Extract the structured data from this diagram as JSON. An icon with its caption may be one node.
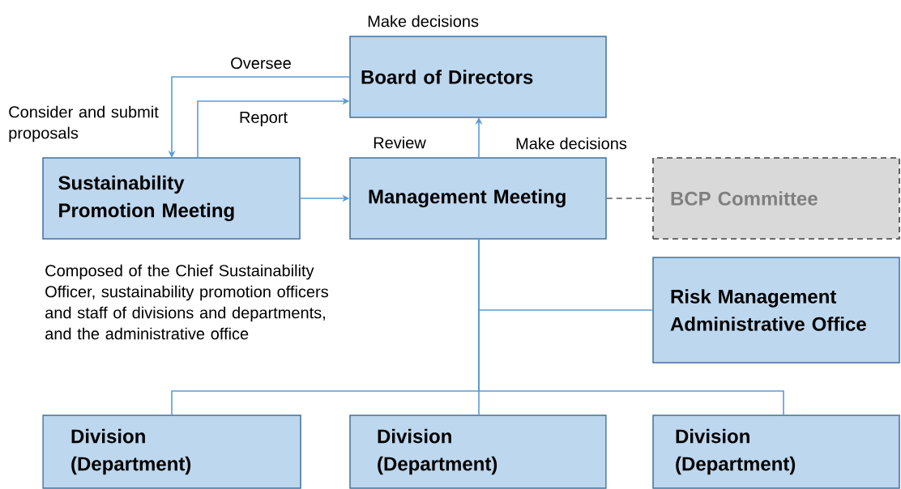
{
  "diagram": {
    "nodes": [
      {
        "text": [
          "Board of Directors"
        ],
        "beside": [
          "Make decisions"
        ]
      },
      {
        "text": [
          "Sustainability Promotion Meeting"
        ],
        "beside": [
          "Consider and submit proposals",
          "Composed of the Chief Sustainability Officer, sustainability promotion officers and staff of divisions and departments, and the administrative office"
        ]
      },
      {
        "text": [
          "Management Meeting"
        ],
        "beside": [
          "Review"
        ]
      },
      {
        "text": [
          "BCP Committee"
        ]
      },
      {
        "text": [
          "Risk Management Administrative Office"
        ]
      },
      {
        "text": [
          "Division (Department)"
        ]
      },
      {
        "text": [
          "Division (Department)"
        ]
      },
      {
        "text": [
          "Division (Department)"
        ]
      }
    ],
    "edges": [
      {
        "from": 0,
        "to": 1,
        "arrow": "to",
        "label": "Oversee"
      },
      {
        "from": 1,
        "to": 0,
        "arrow": "to",
        "label": "Report"
      },
      {
        "from": 1,
        "to": 2,
        "arrow": "to"
      },
      {
        "from": 2,
        "to": 0,
        "arrow": "to",
        "label": "Make decisions"
      },
      {
        "from": 2,
        "to": 3,
        "arrow": "none",
        "style": "dashed",
        "color": "#595959"
      },
      {
        "from": 2,
        "to": 4,
        "arrow": "none"
      },
      {
        "from": 2,
        "to": 5,
        "arrow": "none"
      },
      {
        "from": 2,
        "to": 6,
        "arrow": "none"
      },
      {
        "from": 2,
        "to": 7,
        "arrow": "none"
      }
    ]
  }
}
